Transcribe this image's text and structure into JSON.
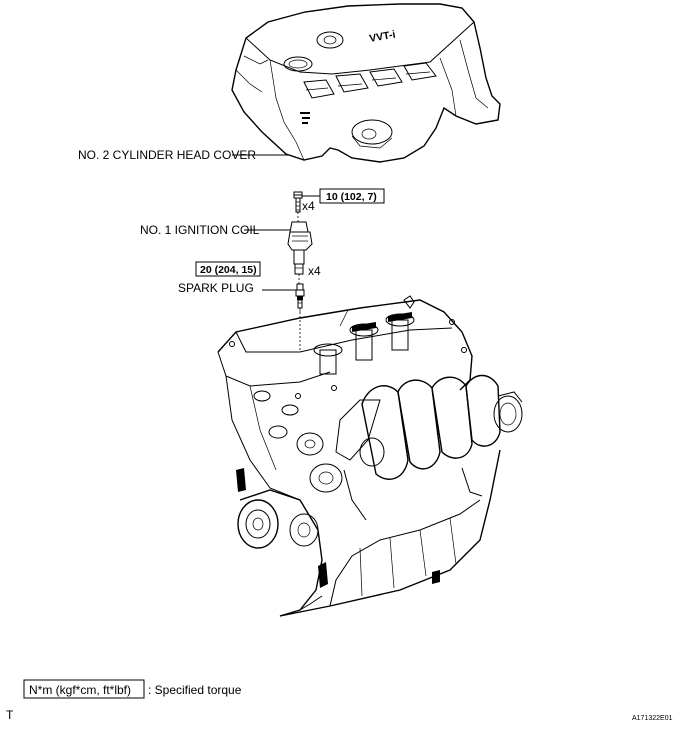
{
  "cover": {
    "label": "NO. 2 CYLINDER HEAD COVER",
    "emblem_text": "VVT-i"
  },
  "bolt": {
    "torque": "10 (102, 7)",
    "quantity": "x4"
  },
  "ignition_coil": {
    "label": "NO. 1 IGNITION COIL",
    "quantity": "x4"
  },
  "spark_plug": {
    "label": "SPARK PLUG",
    "torque": "20 (204, 15)"
  },
  "legend": {
    "unit_box": "N*m (kgf*cm, ft*lbf)",
    "description": ": Specified torque"
  },
  "footer": {
    "left_mark": "T",
    "code": "A171322E01"
  }
}
